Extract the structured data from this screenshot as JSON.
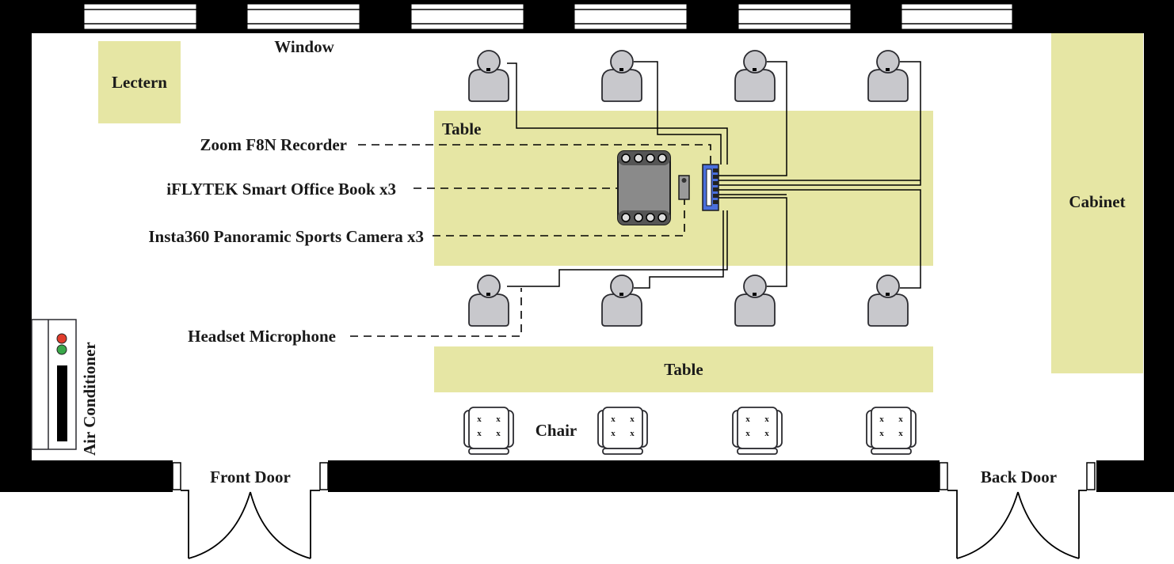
{
  "labels": {
    "window": "Window",
    "lectern": "Lectern",
    "table_top": "Table",
    "table_bottom": "Table",
    "cabinet": "Cabinet",
    "zoom_recorder": "Zoom F8N Recorder",
    "iflytek_book": "iFLYTEK Smart Office Book x3",
    "insta_camera": "Insta360 Panoramic Sports Camera x3",
    "headset_mic": "Headset Microphone",
    "chair": "Chair",
    "air_conditioner": "Air Conditioner",
    "front_door": "Front Door",
    "back_door": "Back Door"
  },
  "colors": {
    "wall": "#000000",
    "furniture": "#e6e6a4",
    "person": "#c8c8cc",
    "person_outline": "#2b2b30",
    "device_gray": "#8a8a8a",
    "hub_blue": "#4a6fdc",
    "ac_red": "#e03c2c",
    "ac_green": "#3aa84a"
  },
  "icons": {
    "person": "person-headset-icon",
    "chair": "chair-icon",
    "recorder": "recorder-icon",
    "camera": "camera-icon",
    "hub": "hub-icon",
    "door": "door-swing-icon"
  }
}
